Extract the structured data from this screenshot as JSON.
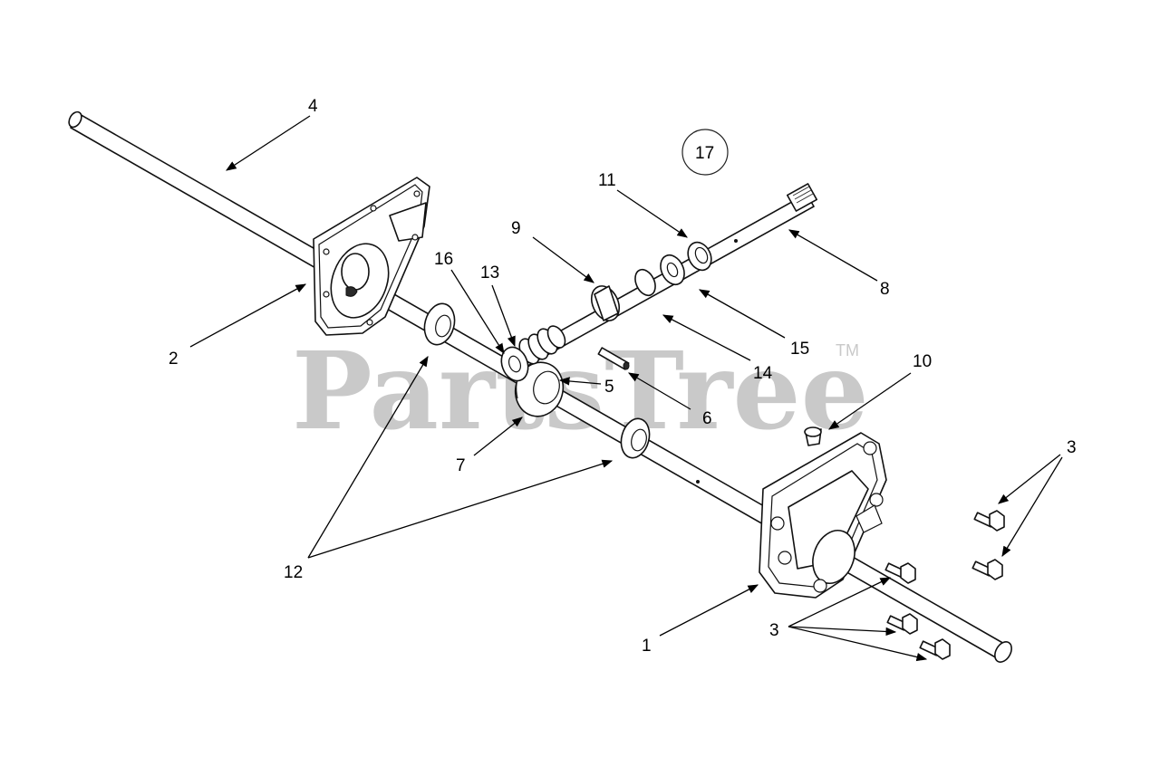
{
  "watermark": {
    "text": "PartsTree",
    "tm": "TM"
  },
  "callouts": [
    "1",
    "2",
    "3",
    "3",
    "4",
    "5",
    "6",
    "7",
    "8",
    "9",
    "10",
    "11",
    "12",
    "13",
    "14",
    "15",
    "16",
    "17"
  ]
}
